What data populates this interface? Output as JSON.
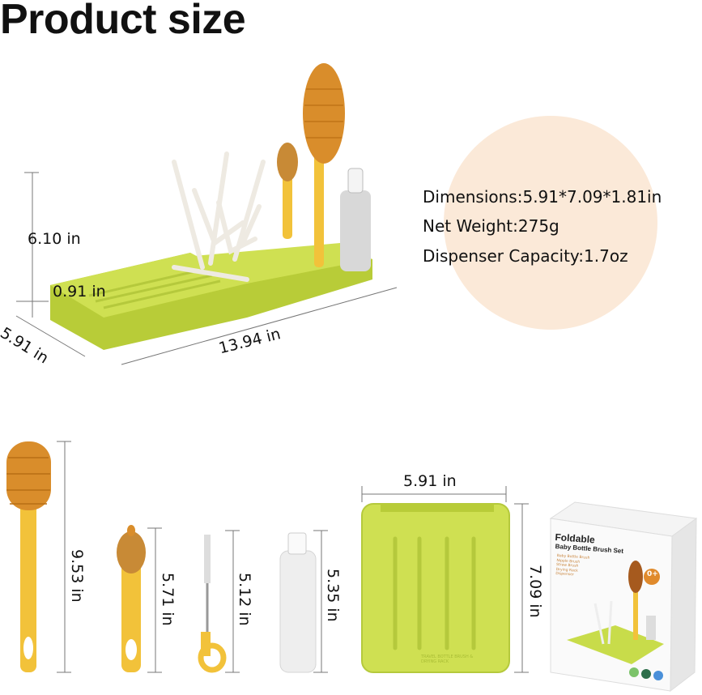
{
  "title": "Product size",
  "assembled": {
    "height": "6.10 in",
    "base_height": "0.91 in",
    "depth": "5.91 in",
    "length": "13.94 in"
  },
  "specs": {
    "dimensions": "Dimensions:5.91*7.09*1.81in",
    "net_weight": "Net Weight:275g",
    "dispenser_capacity": "Dispenser Capacity:1.7oz",
    "circle_color": "#fbe9d8"
  },
  "components": {
    "bottle_brush": "9.53 in",
    "nipple_brush": "5.71 in",
    "straw_brush": "5.12 in",
    "dispenser": "5.35 in",
    "case_width": "5.91 in",
    "case_height": "7.09 in",
    "case_text": "TRAVEL BOTTLE BRUSH & DRYING RACK"
  },
  "package": {
    "title_line1": "Foldable",
    "title_line2": "Baby Bottle Brush Set",
    "items": [
      "Baby Bottle Brush",
      "Nipple Brush",
      "Straw Brush",
      "Drying Rack",
      "Dispenser"
    ],
    "age_badge": "0+"
  },
  "colors": {
    "tray_green": "#c8dc4a",
    "brush_amber": "#d98d2b",
    "handle_yellow": "#f2c23a"
  }
}
